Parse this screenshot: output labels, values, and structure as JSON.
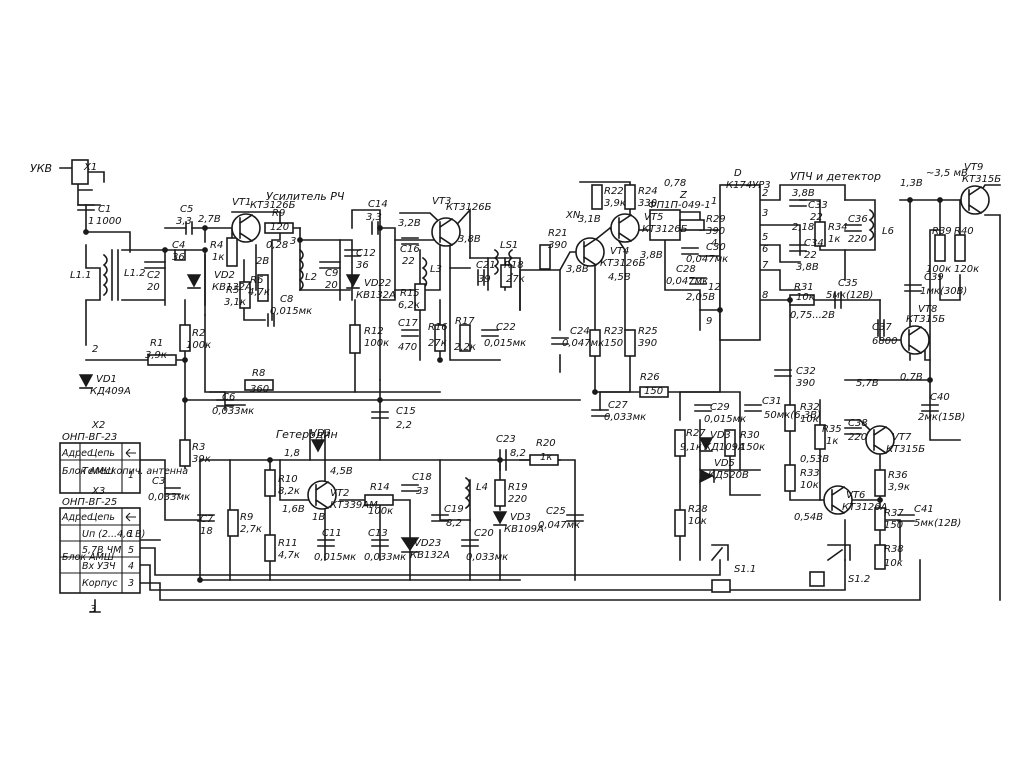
{
  "labels": {
    "ukv": "УКВ",
    "x1": "X1",
    "c1": "C1",
    "c1v": "1000",
    "l11": "L1.1",
    "l12": "L1.2",
    "c2": "C2",
    "c2v": "20",
    "c4": "C4",
    "c4v": "36",
    "c5": "C5",
    "c5v": "3,3",
    "v278": "2,7В",
    "r4": "R4",
    "r4v": "1к",
    "vt1": "VT1",
    "vt1t": "КТ3126Б",
    "rf_amp": "Усилитель РЧ",
    "r9": "R9",
    "r9v": "120",
    "v028": "0,28",
    "v2b": "2В",
    "r5": "R5",
    "r5v": "3,1к",
    "r6": "R6",
    "r6v": "4,7к",
    "vd2": "VD2",
    "vd2t": "КВ132А",
    "c8": "C8",
    "c8v": "0,015мк",
    "l2": "L2",
    "c9": "C9",
    "c9v": "20",
    "c12": "C12",
    "c12v": "36",
    "vd22": "VD22",
    "vd22t": "КВ132А",
    "c14": "C14",
    "c14v": "3,3",
    "v328": "3,2В",
    "c16": "C16",
    "c16v": "22",
    "vt3": "VT3",
    "vt3t": "КТ3126Б",
    "v388a": "3,8В",
    "l3": "L3",
    "r15": "R15",
    "r15v": "6,2к",
    "r12": "R12",
    "r12v": "100к",
    "c17": "C17",
    "c17v": "470",
    "r16": "R16",
    "r16v": "27к",
    "r17": "R17",
    "r17v": "2,2к",
    "c22": "C22",
    "c22v": "0,015мк",
    "r1": "R1",
    "r1v": "3,9к",
    "vd1": "VD1",
    "vd1t": "КД409А",
    "r2": "R2",
    "r2v": "100к",
    "r8": "R8",
    "r8v": "360",
    "c6": "C6",
    "c6v": "0,033мк",
    "c15": "C15",
    "c15v": "2,2",
    "x2": "X2",
    "x2t": "ОНП-ВГ-23",
    "addr": "Адрес",
    "circuit": "Цепь",
    "amshort": "Блок АМШ",
    "antenna": "Телескопич. антенна",
    "pin1": "1",
    "x3": "X3",
    "x3t": "ОНП-ВГ-25",
    "supply": "Uп (2...4,6 В)",
    "chm": "5,7В ЧМ",
    "uzch": "Вх УЗЧ",
    "body": "Корпус",
    "blockam": "Блок АМШ",
    "p1": "1",
    "p5": "5",
    "p4": "4",
    "p3": "3",
    "r3": "R3",
    "r3v": "39к",
    "c3": "C3",
    "c3v": "0,033мк",
    "osc": "Гетеродин",
    "v18": "1,8",
    "vd3": "VD3",
    "v458": "4,5В",
    "r10": "R10",
    "r10v": "8,2к",
    "vt2": "VT2",
    "vt2t": "КТ339АМ",
    "v168": "1,6В",
    "v18b": "1В",
    "c7": "C7",
    "c7v": "18",
    "r9b": "R9",
    "r9bv": "2,7к",
    "r11": "R11",
    "r11v": "4,7к",
    "c11": "C11",
    "c11v": "0,015мк",
    "r14": "R14",
    "r14v": "100к",
    "c13": "C13",
    "c13v": "0,033мк",
    "c18": "C18",
    "c18v": "33",
    "vd23": "VD23",
    "vd23t": "КВ132А",
    "c19": "C19",
    "c19v": "8,2",
    "l4": "L4",
    "c20": "C20",
    "c20v": "0,033мк",
    "c23": "C23",
    "c23v": "8,2",
    "r20": "R20",
    "r20v": "1к",
    "r19": "R19",
    "r19v": "220",
    "vd3b": "VD3",
    "vd3bt": "КВ109А",
    "c25": "C25",
    "c25v": "0,047мк",
    "xn": "XN",
    "v318": "3,1В",
    "r22": "R22",
    "r22v": "3,9к",
    "r24": "R24",
    "r24v": "330",
    "vt5": "VT5",
    "vt5t": "КТ3126Б",
    "r21": "R21",
    "r21v": "390",
    "vt4": "VT4",
    "vt4t": "КТ3126Б",
    "v38c": "3,8В",
    "v388": "3,8В",
    "v458b": "4,5В",
    "ls1": "LS1",
    "c21": "C21",
    "c21v": "39",
    "r18": "R18",
    "r18v": "27к",
    "v078": "0,78",
    "filt": "ФП1П-049-1",
    "z": "Z",
    "r29": "R29",
    "r29v": "390",
    "c30": "C30",
    "c30v": "0,047мк",
    "c28": "C28",
    "c28v": "0,047мк",
    "v205": "2,05В",
    "c24": "C24",
    "c24v": "0,047мк",
    "r23": "R23",
    "r23v": "150",
    "r25": "R25",
    "r25v": "390",
    "r26": "R26",
    "r26v": "150",
    "c27": "C27",
    "c27v": "0,033мк",
    "d": "D",
    "dt": "К174УР3",
    "n1": "1",
    "n2": "2",
    "n3": "3",
    "n4": "4",
    "n5": "5",
    "n6": "6",
    "n7": "7",
    "n8": "8",
    "n9": "9",
    "n12": "12",
    "ifdet": "УПЧ и детектор",
    "v38d": "3,8В",
    "c33": "C33",
    "c33v": "22",
    "v218": "2,18",
    "c34": "C34",
    "c34v": "22",
    "r34": "R34",
    "r34v": "1к",
    "c36": "C36",
    "c36v": "220",
    "l6": "L6",
    "v38e": "3,8В",
    "r31": "R31",
    "r31v": "10к",
    "v075": "0,75...2В",
    "c35": "C35",
    "c35v": "5мк(12В)",
    "c32": "C32",
    "c32v": "390",
    "c37": "C37",
    "c37v": "6800",
    "c29": "C29",
    "c29v": "0,015мк",
    "c31": "C31",
    "c31v": "50мк(6,3В)",
    "r27": "R27",
    "r27v": "9,1к",
    "vd3c": "VD3",
    "vd3ct": "КД109А",
    "r30": "R30",
    "r30v": "150к",
    "vd5": "VD5",
    "vd5t": "КД520В",
    "r28": "R28",
    "r28v": "10к",
    "s11": "S1.1",
    "v138": "1,3В",
    "v35": "~3,5 мВ",
    "vt9": "VT9",
    "vt9t": "КТ315Б",
    "r39": "R39",
    "r39v": "100к",
    "r40": "R40",
    "r40v": "120к",
    "c39": "C39",
    "c39v": "1мк(30В)",
    "vt8": "VT8",
    "vt8t": "КТ315Б",
    "v078b": "0,7В",
    "v578": "5,7В",
    "c40": "C40",
    "c40v": "2мк(15В)",
    "r32": "R32",
    "r32v": "10к",
    "c38": "C38",
    "c38v": "220",
    "r35": "R35",
    "r35v": "1к",
    "vt7": "VT7",
    "vt7t": "КТ315Б",
    "v0538": "0,53В",
    "r33": "R33",
    "r33v": "10к",
    "r36": "R36",
    "r36v": "3,9к",
    "v0548": "0,54В",
    "vt6": "VT6",
    "vt6t": "КТ3126А",
    "r37": "R37",
    "r37v": "150",
    "c41": "C41",
    "c41v": "5мк(12В)",
    "r38": "R38",
    "r38v": "10к",
    "s12": "S1.2",
    "gnd3": "3",
    "n2b": "2",
    "n3b": "3",
    "n1b": "1"
  }
}
